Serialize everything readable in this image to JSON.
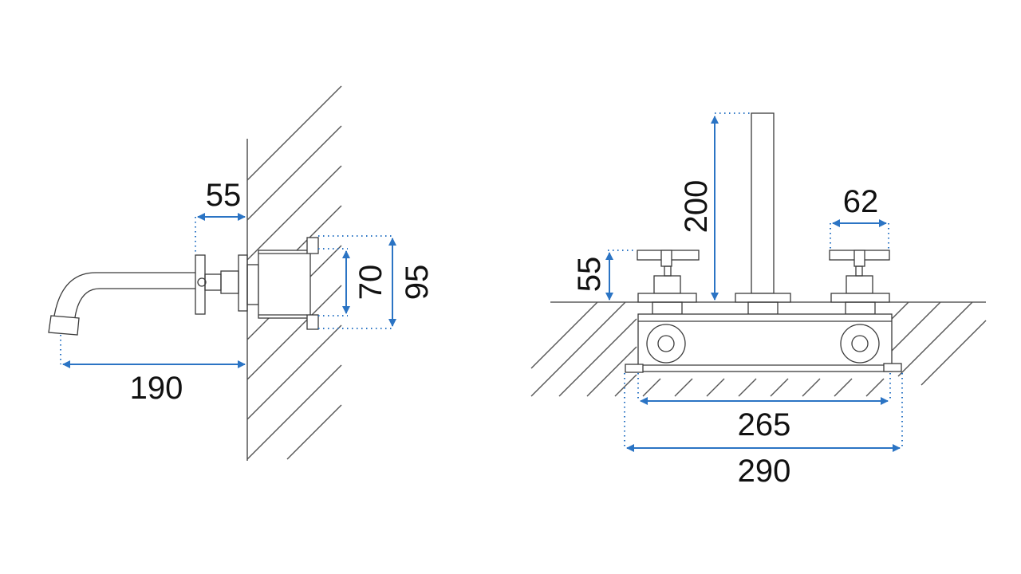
{
  "colors": {
    "line": "#3a3a3a",
    "hatch": "#555555",
    "dimension": "#2b74c4",
    "text": "#111111",
    "background": "#ffffff"
  },
  "side_view": {
    "dim_wall_offset": "55",
    "dim_spout_length": "190",
    "dim_body_inner": "70",
    "dim_body_outer": "95"
  },
  "front_view": {
    "dim_spout_height": "200",
    "dim_handle_height": "55",
    "dim_handle_width": "62",
    "dim_inner_width": "265",
    "dim_outer_width": "290"
  }
}
